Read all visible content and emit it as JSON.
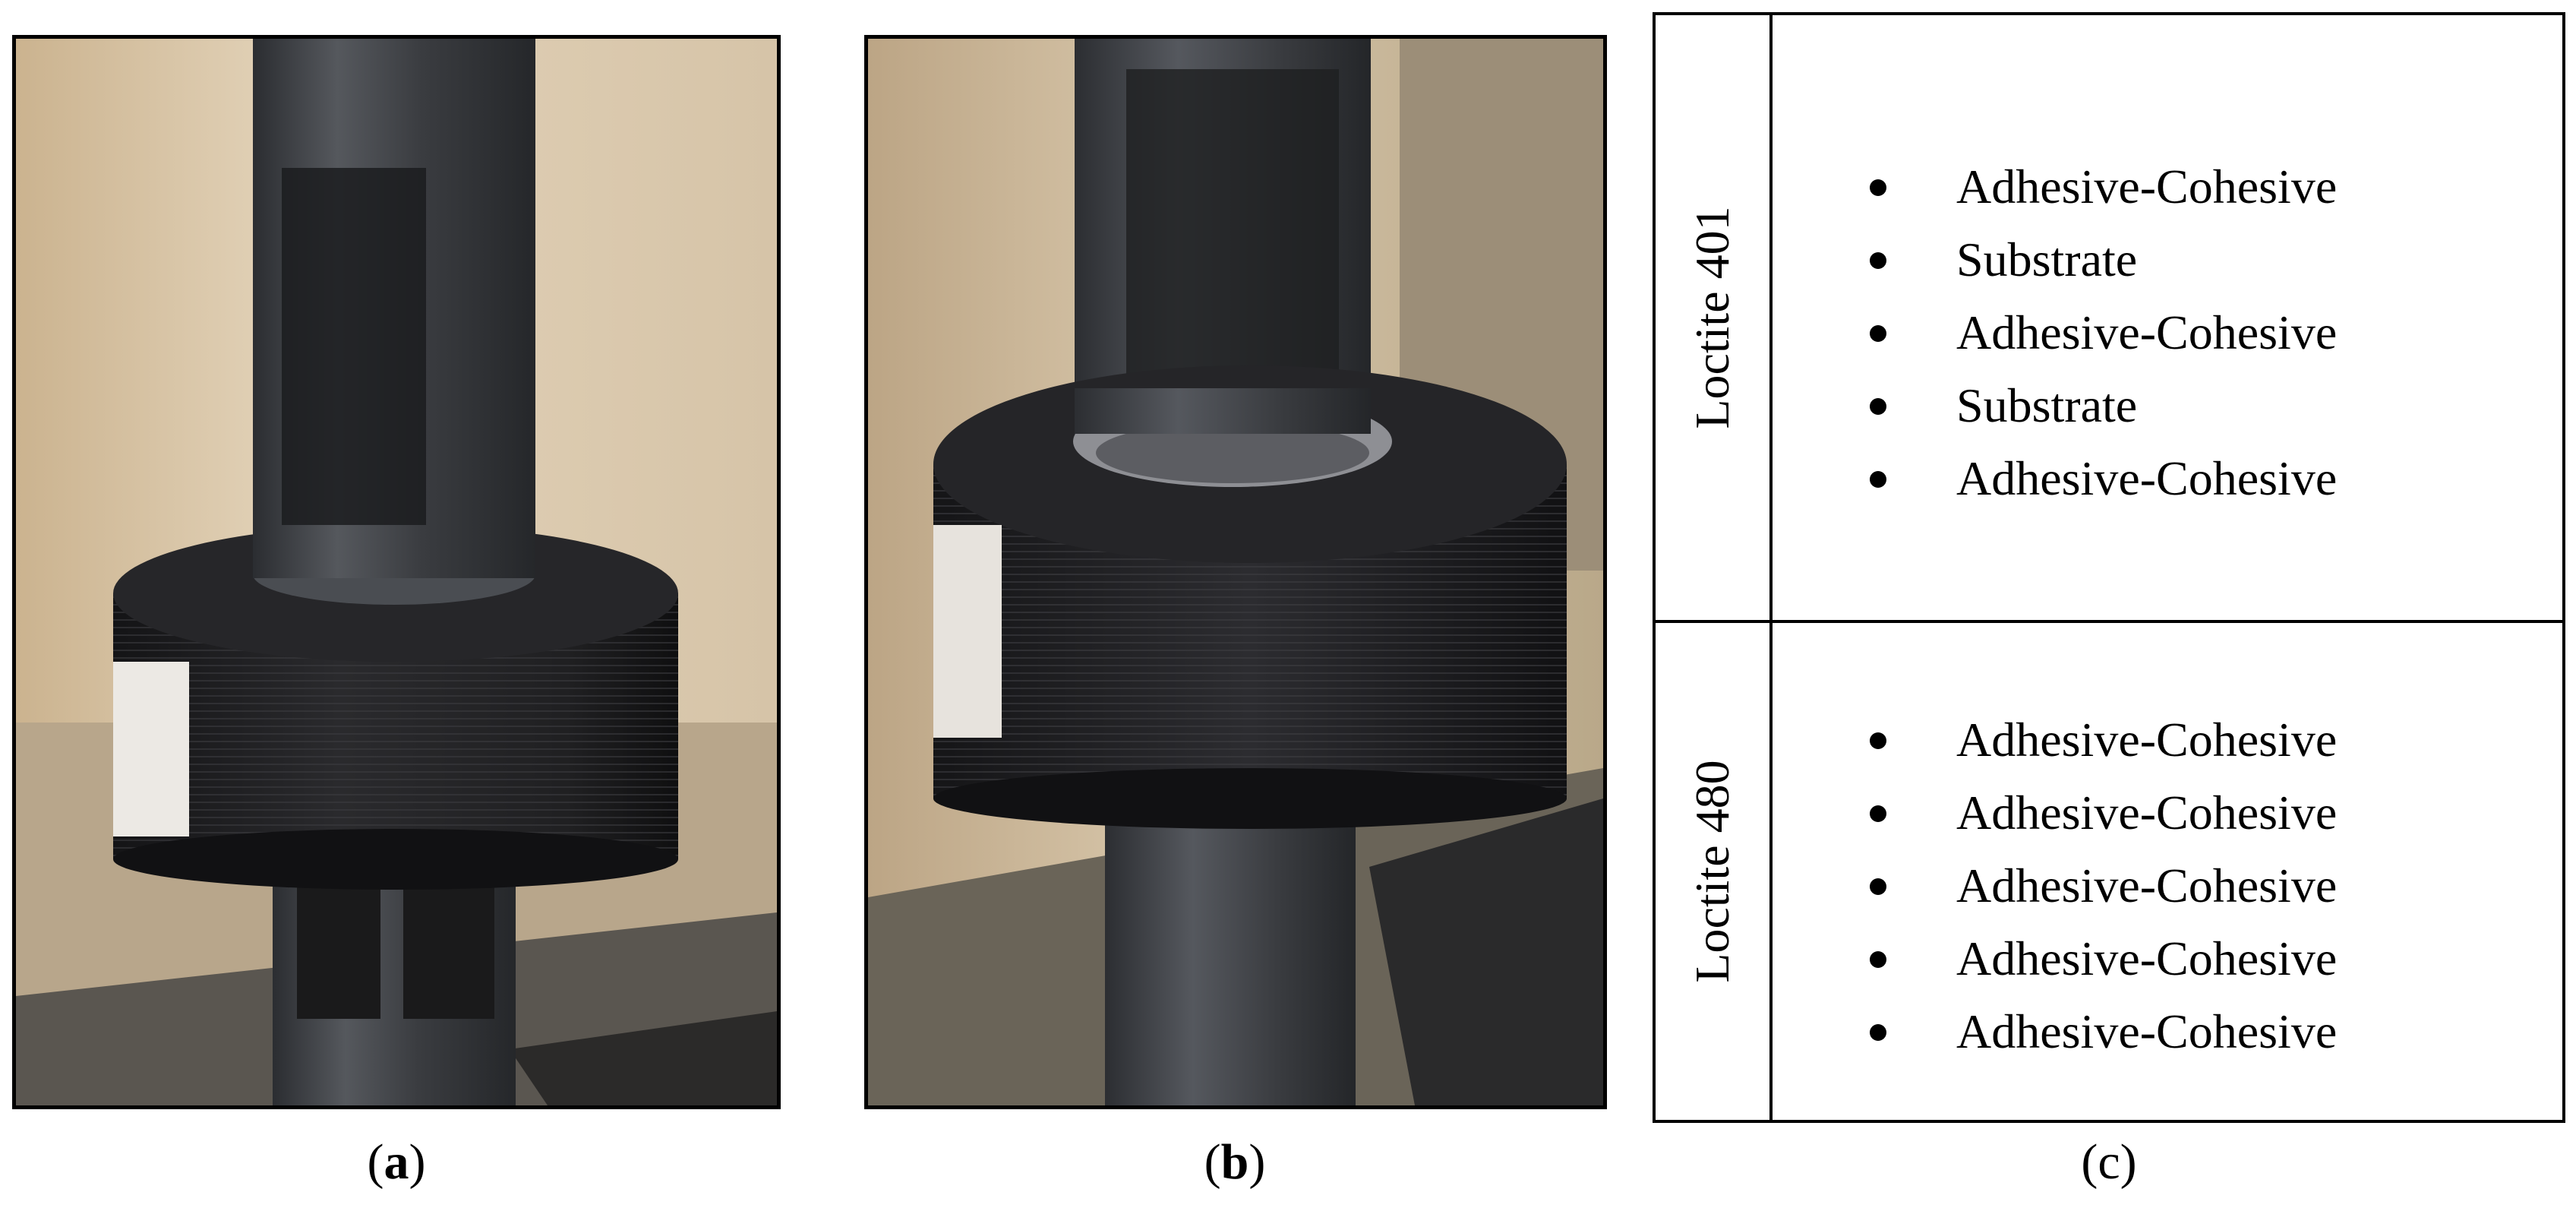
{
  "panels": [
    {
      "id": "a",
      "label": "a",
      "description_icon": "photo-specimen-intact"
    },
    {
      "id": "b",
      "label": "b",
      "description_icon": "photo-specimen-failed"
    }
  ],
  "captions": {
    "a": {
      "open": "(",
      "letter": "a",
      "close": ")"
    },
    "b": {
      "open": "(",
      "letter": "b",
      "close": ")"
    },
    "c": {
      "open": "(",
      "letter": "c",
      "close": ")"
    }
  },
  "table": {
    "rows": [
      {
        "adhesive": "Loctite 401",
        "modes": [
          "Adhesive-Cohesive",
          "Substrate",
          "Adhesive-Cohesive",
          "Substrate",
          "Adhesive-Cohesive"
        ]
      },
      {
        "adhesive": "Loctite 480",
        "modes": [
          "Adhesive-Cohesive",
          "Adhesive-Cohesive",
          "Adhesive-Cohesive",
          "Adhesive-Cohesive",
          "Adhesive-Cohesive"
        ]
      }
    ]
  },
  "colors": {
    "background": "#ffffff",
    "border": "#000000",
    "rod": "#3c3f44",
    "ring": "#1c1c1e",
    "wall_beige": "#d8c3a3"
  }
}
